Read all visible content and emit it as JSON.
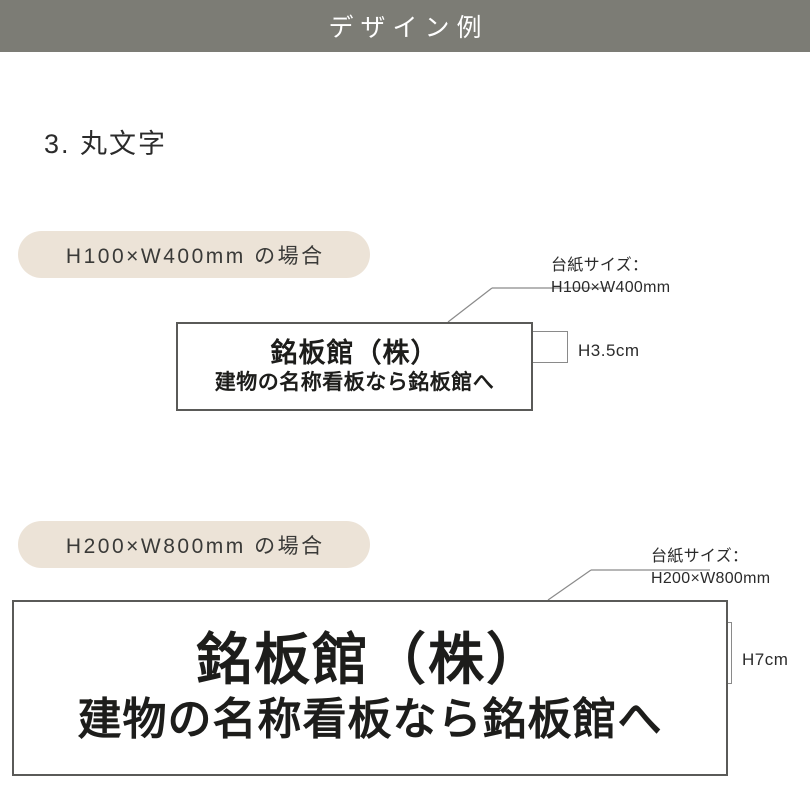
{
  "header": {
    "title": "デザイン例",
    "background_color": "#7c7c75",
    "text_color": "#ffffff"
  },
  "section": {
    "heading": "3. 丸文字"
  },
  "examples": [
    {
      "pill_label": "H100×W400mm の場合",
      "pill_color": "#ece3d7",
      "annotation_line1": "台紙サイズ：",
      "annotation_line2": "H100×W400mm",
      "measure_label": "H3.5cm",
      "sign_main_text": "銘板館（株）",
      "sign_sub_text": "建物の名称看板なら銘板館へ"
    },
    {
      "pill_label": "H200×W800mm の場合",
      "pill_color": "#ece3d7",
      "annotation_line1": "台紙サイズ：",
      "annotation_line2": "H200×W800mm",
      "measure_label": "H7cm",
      "sign_main_text": "銘板館（株）",
      "sign_sub_text": "建物の名称看板なら銘板館へ"
    }
  ],
  "colors": {
    "banner_gray": "#7c7c75",
    "pill_beige": "#ece3d7",
    "sign_border": "#5a5a58",
    "leader_line": "#8a8a8a",
    "text_dark": "#1d1d1b"
  }
}
